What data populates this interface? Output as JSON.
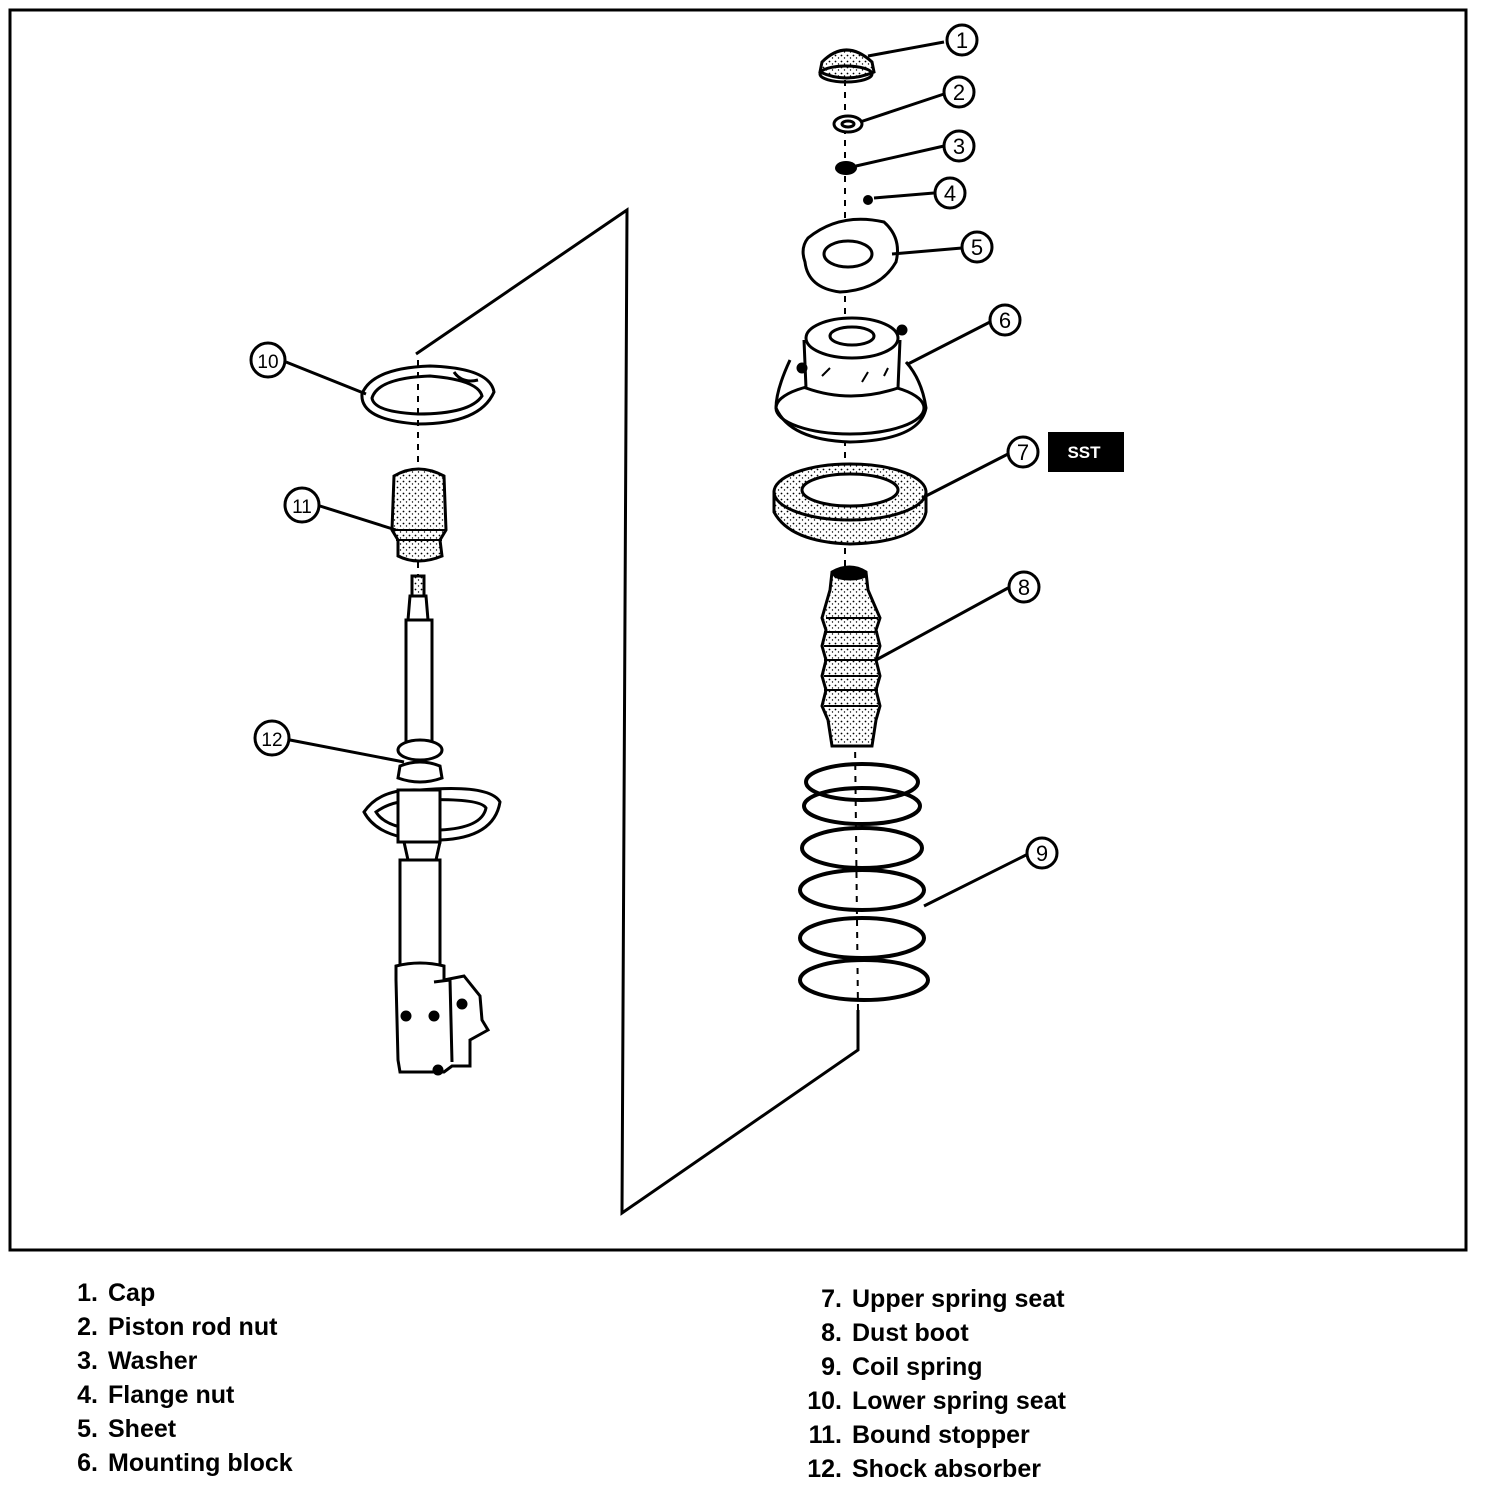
{
  "callouts": {
    "c1": "1",
    "c2": "2",
    "c3": "3",
    "c4": "4",
    "c5": "5",
    "c6": "6",
    "c7": "7",
    "c8": "8",
    "c9": "9",
    "c10": "10",
    "c11": "11",
    "c12": "12"
  },
  "sst_badge": "SST",
  "legend_left": [
    {
      "num": "1.",
      "label": "Cap"
    },
    {
      "num": "2.",
      "label": "Piston rod nut"
    },
    {
      "num": "3.",
      "label": "Washer"
    },
    {
      "num": "4.",
      "label": "Flange nut"
    },
    {
      "num": "5.",
      "label": "Sheet"
    },
    {
      "num": "6.",
      "label": "Mounting block"
    }
  ],
  "legend_right": [
    {
      "num": "7.",
      "label": "Upper spring seat"
    },
    {
      "num": "8.",
      "label": "Dust boot"
    },
    {
      "num": "9.",
      "label": "Coil spring"
    },
    {
      "num": "10.",
      "label": "Lower spring seat"
    },
    {
      "num": "11.",
      "label": "Bound stopper"
    },
    {
      "num": "12.",
      "label": "Shock absorber"
    }
  ]
}
